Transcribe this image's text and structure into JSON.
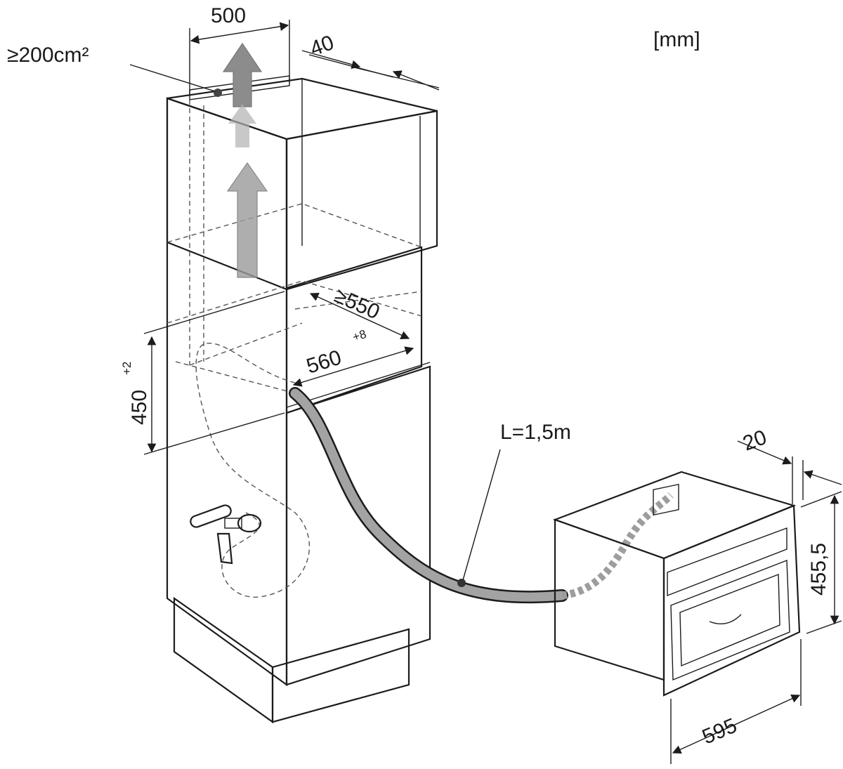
{
  "labels": {
    "unit": "[mm]",
    "vent_area": "≥200cm²",
    "width_top": "500",
    "gap_top": "40",
    "depth_min": "≥550",
    "niche_width": "560",
    "niche_width_tol": "+8",
    "niche_height": "450",
    "niche_height_tol": "+2",
    "hose_length": "L=1,5m",
    "front_offset": "20",
    "appliance_height": "455,5",
    "appliance_width": "595"
  },
  "icons": {
    "vent_arrow": "up-arrow-icon",
    "water_tap": "water-tap-icon",
    "hose": "water-hose-icon"
  },
  "colors": {
    "line": "#1c1c1c",
    "panel": "#d0d0d0",
    "panel_dark": "#bdbdbd",
    "hose_fill": "#9a9a9a"
  }
}
